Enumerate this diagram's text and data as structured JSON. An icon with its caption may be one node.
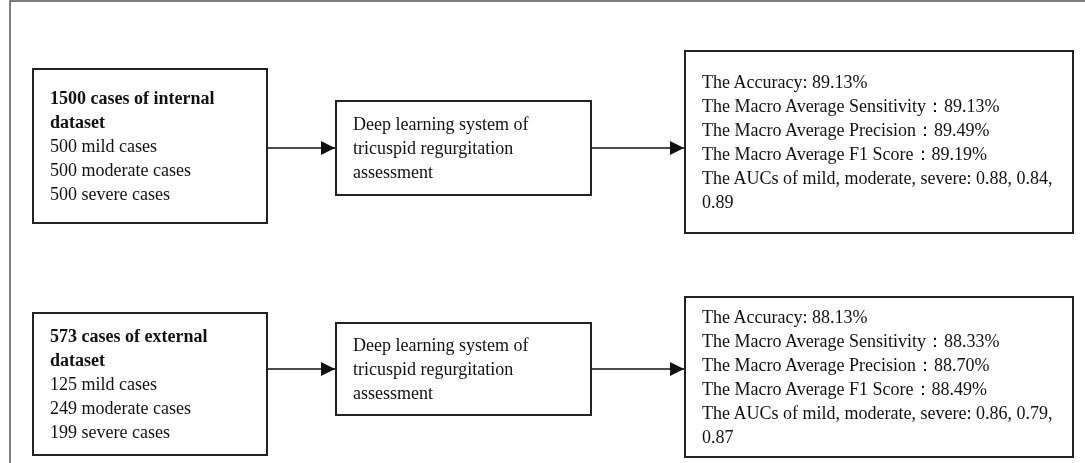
{
  "diagram": {
    "nodes": [
      {
        "text": [
          "1500 cases of internal dataset",
          "500 mild cases",
          "500 moderate cases",
          "500 severe cases"
        ]
      },
      {
        "text": [
          "Deep learning system of tricuspid regurgitation assessment"
        ]
      },
      {
        "text": [
          "The Accuracy: 89.13%",
          "The Macro Average Sensitivity：89.13%",
          "The Macro Average Precision：89.49%",
          "The Macro Average F1 Score：89.19%",
          "The AUCs of mild, moderate, severe: 0.88, 0.84, 0.89"
        ]
      },
      {
        "text": [
          "573 cases of external dataset",
          "125 mild cases",
          "249 moderate cases",
          "199 severe cases"
        ]
      },
      {
        "text": [
          "Deep learning system of tricuspid regurgitation assessment"
        ]
      },
      {
        "text": [
          "The Accuracy: 88.13%",
          "The Macro Average Sensitivity：88.33%",
          "The Macro Average Precision：88.70%",
          "The Macro Average F1 Score：88.49%",
          "The AUCs of mild, moderate, severe: 0.86, 0.79, 0.87"
        ]
      }
    ],
    "edges": [
      {
        "from": 0,
        "to": 1,
        "arrow": "to"
      },
      {
        "from": 1,
        "to": 2,
        "arrow": "to"
      },
      {
        "from": 3,
        "to": 4,
        "arrow": "to"
      },
      {
        "from": 4,
        "to": 5,
        "arrow": "to"
      }
    ]
  }
}
